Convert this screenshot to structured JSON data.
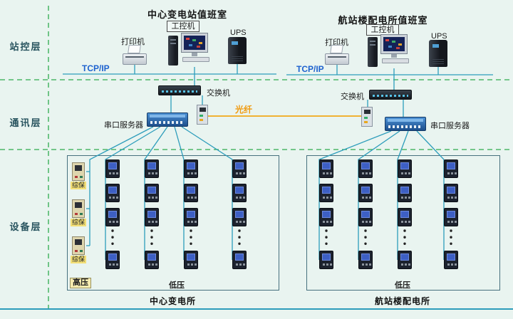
{
  "layers": {
    "station_control": "站控层",
    "communication": "通讯层",
    "device": "设备层"
  },
  "left": {
    "title": "中心变电站值班室",
    "printer_label": "打印机",
    "ipc_label": "工控机",
    "ups_label": "UPS",
    "tcpip_label": "TCP/IP",
    "switch_label": "交换机",
    "serial_server_label": "串口服务器",
    "protection_label": "综保",
    "hv_label": "高压",
    "lv_label": "低压",
    "caption": "中心变电所"
  },
  "right": {
    "title": "航站楼配电所值班室",
    "printer_label": "打印机",
    "ipc_label": "工控机",
    "ups_label": "UPS",
    "tcpip_label": "TCP/IP",
    "switch_label": "交换机",
    "serial_server_label": "串口服务器",
    "lv_label": "低压",
    "caption": "航站楼配电所"
  },
  "fiber_label": "光纤",
  "colors": {
    "background": "#e9f4f0",
    "network_line": "#2d9dbb",
    "layer_separator": "#2eab4e",
    "fiber_line": "#f0a818",
    "tcpip_text": "#1d62cf",
    "fiber_text": "#f09b10"
  }
}
